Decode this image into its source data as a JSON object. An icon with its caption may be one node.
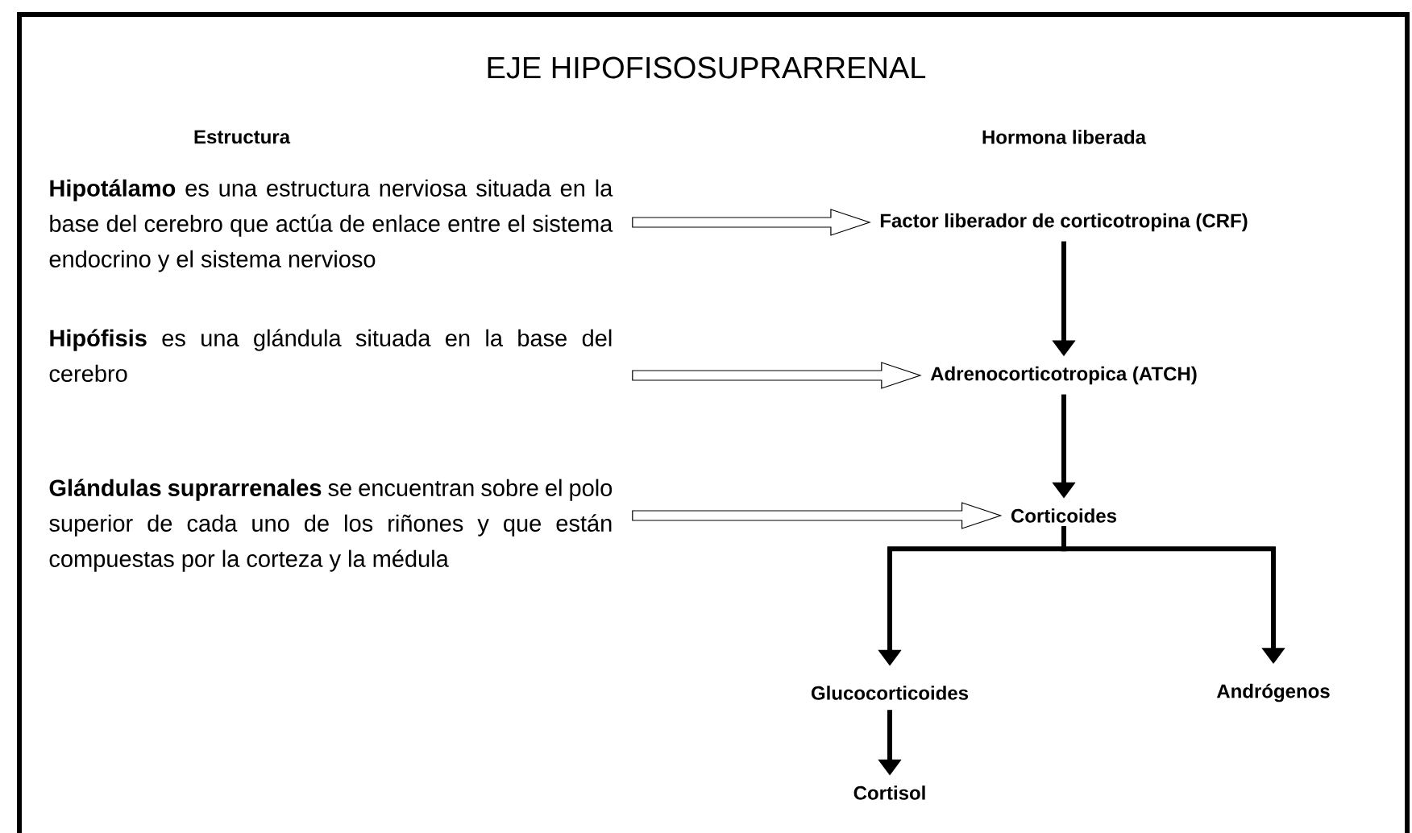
{
  "diagram": {
    "title": "EJE HIPOFISOSUPRARRENAL",
    "nodes": [
      {
        "text": [
          "**Hipotálamo** es una estructura nerviosa situada en la base del cerebro que actúa de enlace entre el sistema endocrino y el sistema nervioso"
        ]
      },
      {
        "text": [
          "**Hipófisis** es una glándula situada en la base del cerebro"
        ]
      },
      {
        "text": [
          "**Glándulas suprarrenales** se encuentran sobre el polo superior de cada uno de los riñones y que están compuestas por la corteza y la médula"
        ]
      },
      {
        "text": [
          "Factor liberador de corticotropina (CRF)"
        ]
      },
      {
        "text": [
          "Adrenocorticotropica (ATCH)"
        ]
      },
      {
        "text": [
          "Corticoides"
        ]
      },
      {
        "text": [
          "Glucocorticoides"
        ]
      },
      {
        "text": [
          "Andrógenos"
        ]
      },
      {
        "text": [
          "Cortisol"
        ]
      }
    ],
    "edges": [
      {
        "from": 0,
        "to": 3,
        "arrow": "to"
      },
      {
        "from": 1,
        "to": 4,
        "arrow": "to"
      },
      {
        "from": 2,
        "to": 5,
        "arrow": "to"
      },
      {
        "from": 3,
        "to": 4,
        "arrow": "to"
      },
      {
        "from": 4,
        "to": 5,
        "arrow": "to"
      },
      {
        "from": 5,
        "to": 6,
        "arrow": "to"
      },
      {
        "from": 5,
        "to": 7,
        "arrow": "to"
      },
      {
        "from": 6,
        "to": 8,
        "arrow": "to"
      }
    ],
    "labels": [
      "Estructura",
      "Hormona liberada"
    ]
  }
}
